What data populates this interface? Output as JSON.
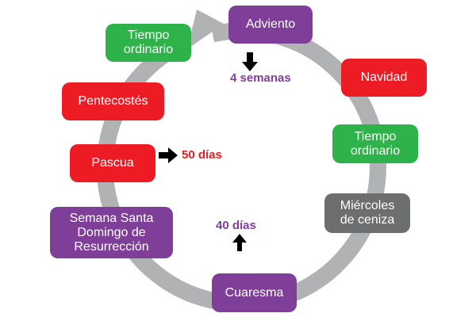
{
  "colors": {
    "purple": "#7f3f98",
    "red": "#ed1c24",
    "green": "#2db34a",
    "gray": "#6d6e70",
    "ring": "#b1b2b4"
  },
  "stages": {
    "adviento": {
      "lines": [
        "Adviento"
      ],
      "color": "purple"
    },
    "navidad": {
      "lines": [
        "Navidad"
      ],
      "color": "red"
    },
    "tiempo_ordinario_1": {
      "lines": [
        "Tiempo",
        "ordinario"
      ],
      "color": "green"
    },
    "miercoles_ceniza": {
      "lines": [
        "Miércoles",
        "de ceniza"
      ],
      "color": "gray"
    },
    "cuaresma": {
      "lines": [
        "Cuaresma"
      ],
      "color": "purple"
    },
    "semana_santa": {
      "lines": [
        "Semana Santa",
        "Domingo de",
        "Resurrección"
      ],
      "color": "purple"
    },
    "pascua": {
      "lines": [
        "Pascua"
      ],
      "color": "red"
    },
    "pentecostes": {
      "lines": [
        "Pentecostés"
      ],
      "color": "red"
    },
    "tiempo_ordinario_2": {
      "lines": [
        "Tiempo",
        "ordinario"
      ],
      "color": "green"
    }
  },
  "notes": {
    "adviento_duration": "4 semanas",
    "cuaresma_duration": "40 días",
    "pascua_duration": "50 días"
  },
  "icons": {
    "cycle_arrow": "arrow-right-icon",
    "down_arrow": "arrow-down-icon",
    "up_arrow": "arrow-up-icon",
    "right_arrow": "arrow-right-icon"
  }
}
